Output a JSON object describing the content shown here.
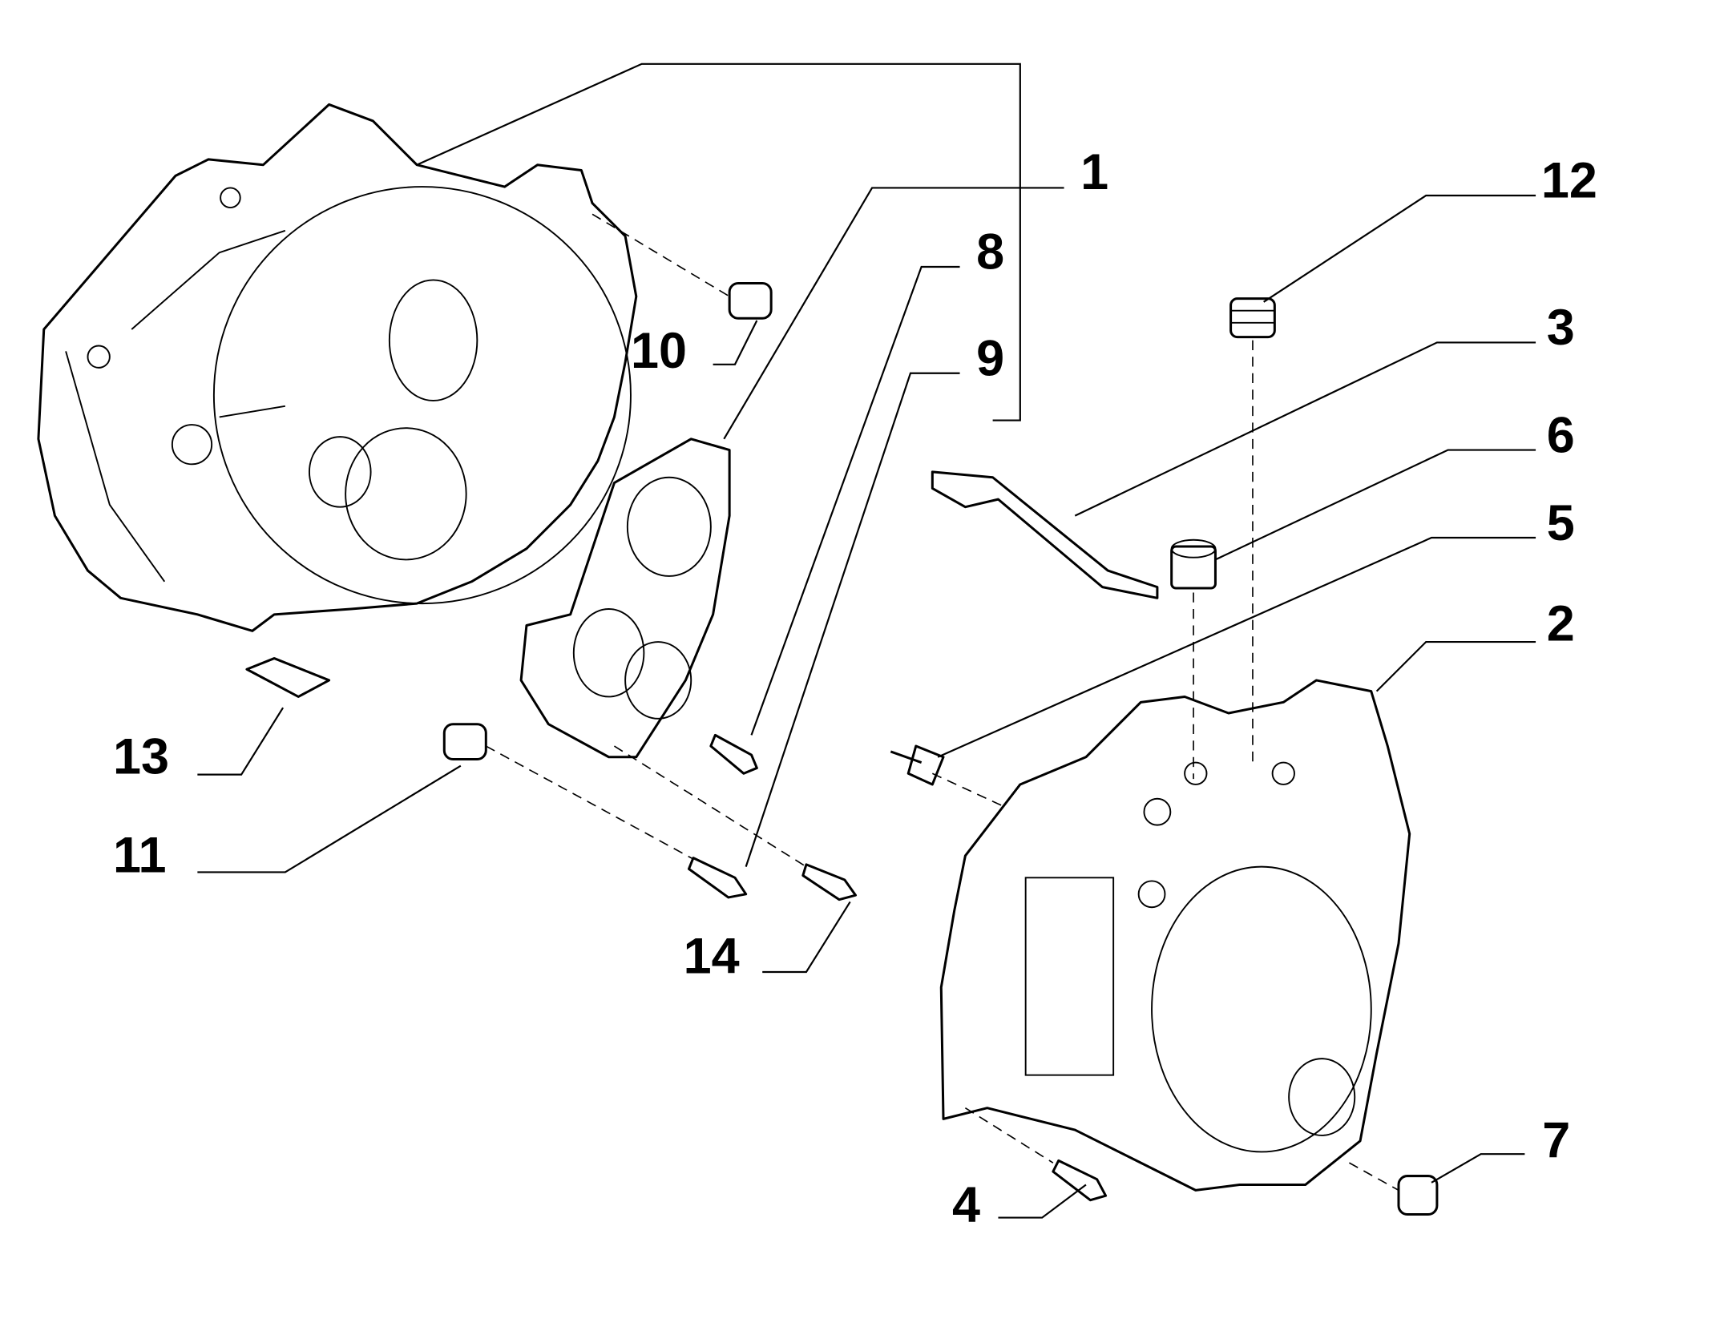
{
  "diagram": {
    "type": "exploded-parts-diagram",
    "callouts": {
      "c1": "1",
      "c2": "2",
      "c3": "3",
      "c4": "4",
      "c5": "5",
      "c6": "6",
      "c7": "7",
      "c8": "8",
      "c9": "9",
      "c10": "10",
      "c11": "11",
      "c12": "12",
      "c13": "13",
      "c14": "14"
    },
    "colors": {
      "line": "#000000",
      "background": "#ffffff"
    }
  }
}
